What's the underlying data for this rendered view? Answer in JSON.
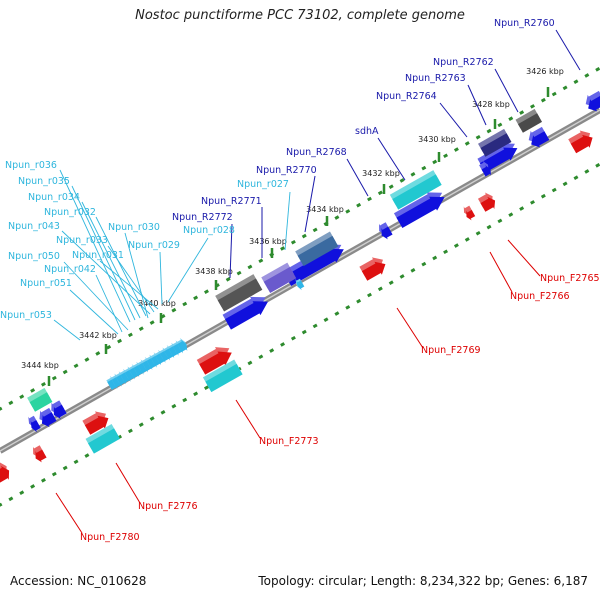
{
  "title": "Nostoc punctiforme PCC 73102, complete genome",
  "footer": {
    "accession": "Accession: NC_010628",
    "summary": "Topology: circular; Length: 8,234,322 bp; Genes: 6,187"
  },
  "colors": {
    "backbone": "#777777",
    "tick_track": "#2e8b2e",
    "forward_label": "#dd0000",
    "reverse_label": "#1a1aaa",
    "rna_label": "#2fb6dd",
    "cds": "#1010dd",
    "red_cds": "#dd1010",
    "rna": "#2fb6e8",
    "cyan": "#22c8d0",
    "gray": "#555555",
    "teal": "#2bd4a0"
  },
  "scale": {
    "unit": "kbp",
    "labels": [
      "3426 kbp",
      "3428 kbp",
      "3430 kbp",
      "3432 kbp",
      "3434 kbp",
      "3436 kbp",
      "3438 kbp",
      "3440 kbp",
      "3442 kbp",
      "3444 kbp"
    ]
  },
  "features": {
    "reverse_strand": [
      "Npun_R2760",
      "Npun_R2762",
      "Npun_R2763",
      "Npun_R2764",
      "sdhA",
      "Npun_R2768",
      "Npun_R2770",
      "Npun_R2771",
      "Npun_R2772"
    ],
    "rna": [
      "Npun_r036",
      "Npun_r035",
      "Npun_r034",
      "Npun_r032",
      "Npun_r043",
      "Npun_r033",
      "Npun_r030",
      "Npun_r031",
      "Npun_r050",
      "Npun_r042",
      "Npun_r051",
      "Npun_r053",
      "Npun_r027",
      "Npun_r028",
      "Npun_r029"
    ],
    "forward_strand": [
      "Npun_F2765",
      "Npun_F2766",
      "Npun_F2769",
      "Npun_F2773",
      "Npun_F2776",
      "Npun_F2780"
    ]
  }
}
